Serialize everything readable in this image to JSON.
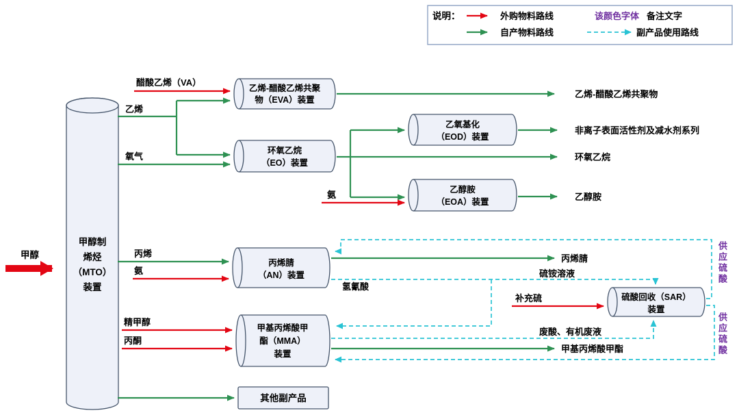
{
  "legend": {
    "title": "说明：",
    "purchased": "外购物料路线",
    "note_colored": "该颜色字体",
    "note_rest": "备注文字",
    "self_produced": "自产物料路线",
    "byproduct": "副产品使用路线"
  },
  "colors": {
    "purchased_red": "#e30613",
    "self_produced_green": "#2e9152",
    "byproduct_cyan": "#29c3d4",
    "note_purple": "#7030a0",
    "unit_border": "#44546a",
    "unit_fill": "#eef1f9"
  },
  "nodes": {
    "mto": {
      "l1": "甲醇制",
      "l2": "烯烃",
      "l3": "（MTO）",
      "l4": "装置"
    },
    "eva": {
      "l1": "乙烯-醋酸乙烯共聚",
      "l2": "物（EVA）装置"
    },
    "eo": {
      "l1": "环氧乙烷",
      "l2": "（EO）装置"
    },
    "eod": {
      "l1": "乙氧基化",
      "l2": "（EOD）装置"
    },
    "eoa": {
      "l1": "乙醇胺",
      "l2": "（EOA）装置"
    },
    "an": {
      "l1": "丙烯腈",
      "l2": "（AN）装置"
    },
    "mma": {
      "l1": "甲基丙烯酸甲",
      "l2": "酯（MMA）",
      "l3": "装置"
    },
    "sar": {
      "l1": "硫酸回收（SAR）",
      "l2": "装置"
    },
    "other": "其他副产品"
  },
  "inputs": {
    "methanol": "甲醇",
    "va": "醋酸乙烯（VA）",
    "ethylene": "乙烯",
    "oxygen": "氧气",
    "ammonia_eoa": "氨",
    "propylene": "丙烯",
    "ammonia_an": "氨",
    "refined_methanol": "精甲醇",
    "acetone": "丙酮",
    "makeup_sulfur": "补充硫"
  },
  "outputs": {
    "eva": "乙烯-醋酸乙烯共聚物",
    "surfactant": "非离子表面活性剂及减水剂系列",
    "eo": "环氧乙烷",
    "eoa": "乙醇胺",
    "an": "丙烯腈",
    "mma": "甲基丙烯酸甲酯"
  },
  "streams": {
    "hcn": "氢氰酸",
    "ammonium_sulfate": "硫铵溶液",
    "waste_acid": "废酸、有机废液",
    "supply_acid": "供应硫酸"
  }
}
